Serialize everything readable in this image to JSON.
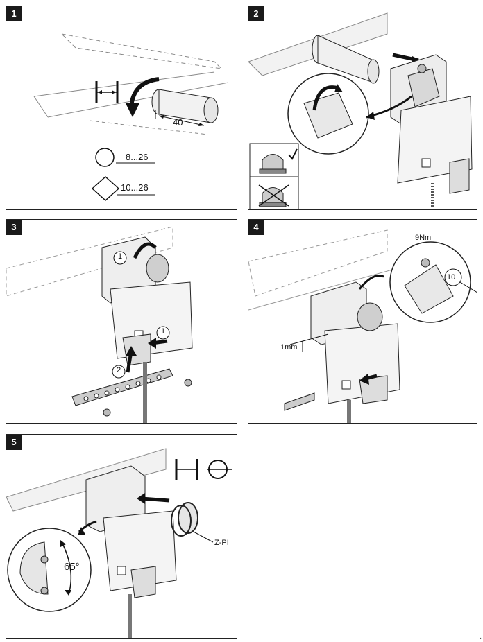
{
  "panels": [
    {
      "number": "1"
    },
    {
      "number": "2"
    },
    {
      "number": "3"
    },
    {
      "number": "4"
    },
    {
      "number": "5"
    }
  ],
  "step1": {
    "length_label": "40",
    "round_shaft_range": "8...26",
    "square_shaft_range": "10...26"
  },
  "step3": {
    "callout_1": "1",
    "callout_2": "2",
    "callout_3": "1"
  },
  "step4": {
    "torque_label": "9Nm",
    "wrench_size": "10",
    "gap_label": "1mm"
  },
  "step5": {
    "angle_label": "65°",
    "part_label": "Z-PI"
  },
  "page_mark": "."
}
